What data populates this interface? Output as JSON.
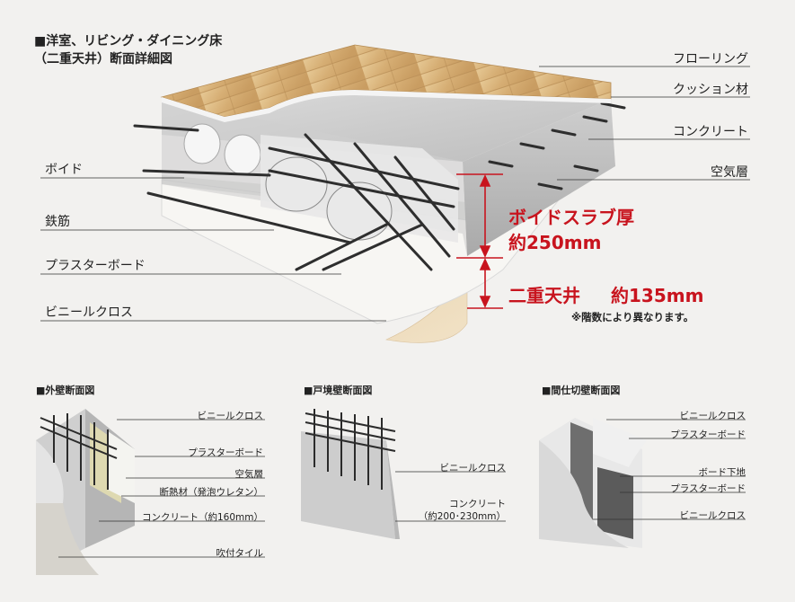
{
  "main": {
    "title_line1": "■洋室、リビング・ダイニング床",
    "title_line2": "（二重天井）断面詳細図",
    "labels_right": [
      "フローリング",
      "クッション材",
      "コンクリート",
      "空気層"
    ],
    "labels_left": [
      "ボイド",
      "鉄筋",
      "プラスターボード",
      "ビニールクロス"
    ],
    "void_slab": "ボイドスラブ厚",
    "void_slab_value": "約250mm",
    "double_ceiling": "二重天井",
    "double_ceiling_value": "約135mm",
    "note": "※階数により異なります。"
  },
  "exterior": {
    "title": "■外壁断面図",
    "labels": [
      "ビニールクロス",
      "プラスターボード",
      "空気層",
      "断熱材（発泡ウレタン）",
      "コンクリート（約160mm）",
      "吹付タイル"
    ]
  },
  "boundary": {
    "title": "■戸境壁断面図",
    "labels": [
      "ビニールクロス",
      "コンクリート",
      "（約200･230mm）"
    ]
  },
  "partition": {
    "title": "■間仕切壁断面図",
    "labels": [
      "ビニールクロス",
      "プラスターボード",
      "ボード下地",
      "プラスターボード",
      "ビニールクロス"
    ]
  },
  "colors": {
    "accent_red": "#c8141e",
    "wood": "#d7b47d",
    "concrete": "#c9c9c9"
  }
}
